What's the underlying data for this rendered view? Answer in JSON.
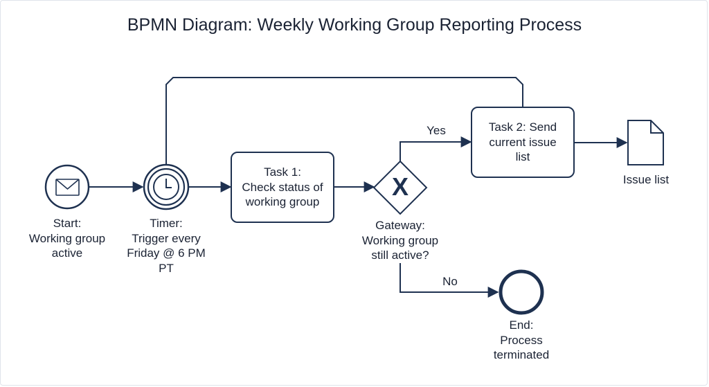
{
  "title": "BPMN Diagram: Weekly Working Group Reporting Process",
  "colors": {
    "stroke": "#1e3150",
    "background": "#ffffff",
    "text": "#1a2233"
  },
  "elements": {
    "start_event": {
      "label": "Start:\nWorking group\nactive",
      "icon": "envelope-icon"
    },
    "timer_event": {
      "label": "Timer:\nTrigger every\nFriday @ 6 PM\nPT",
      "icon": "clock-icon"
    },
    "task1": {
      "label": "Task 1:\nCheck status of\nworking group"
    },
    "gateway": {
      "label": "Gateway:\nWorking group\nstill active?",
      "marker": "X"
    },
    "task2": {
      "label": "Task 2: Send\ncurrent issue\nlist"
    },
    "issue_list": {
      "label": "Issue list",
      "icon": "document-icon"
    },
    "end_event": {
      "label": "End:\nProcess\nterminated"
    }
  },
  "flows": {
    "yes_label": "Yes",
    "no_label": "No"
  }
}
